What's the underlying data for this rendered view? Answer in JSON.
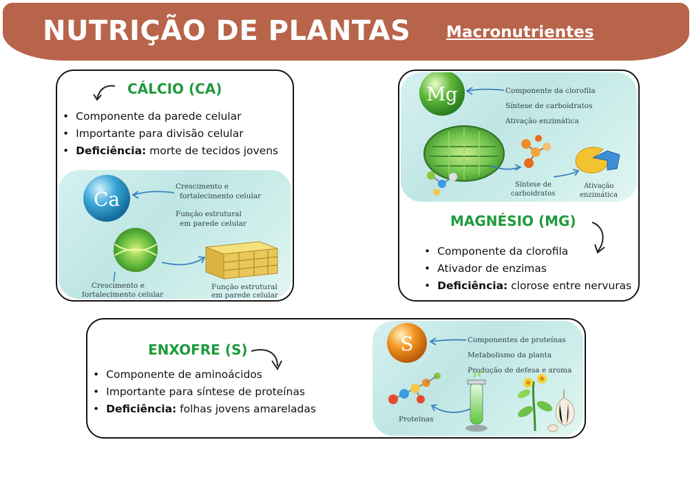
{
  "header": {
    "title": "NUTRIÇÃO DE PLANTAS",
    "subtitle": "Macronutrientes"
  },
  "calcio": {
    "heading": "CÁLCIO (CA)",
    "bullets": [
      {
        "text": "Componente da parede celular"
      },
      {
        "text": "Importante para divisão celular"
      },
      {
        "bold": "Deficiência:",
        "text": " morte de tecidos jovens"
      }
    ],
    "symbol": "Ca",
    "labels": {
      "note1a": "Crescimento e",
      "note1b": "fortalecimento celular",
      "note2a": "Função estrutural",
      "note2b": "em parede celular",
      "cap1a": "Crescimento e",
      "cap1b": "fortalecimento celular",
      "cap2a": "Função estrutural",
      "cap2b": "em parede celular"
    }
  },
  "magnesio": {
    "heading": "MAGNÉSIO (MG)",
    "bullets": [
      {
        "text": "Componente da clorofila"
      },
      {
        "text": "Ativador de enzimas"
      },
      {
        "bold": "Deficiência:",
        "text": " clorose entre nervuras"
      }
    ],
    "symbol": "Mg",
    "labels": {
      "note1": "Componente da clorofila",
      "note2": "Síntese de carboidratos",
      "note3": "Ativação enzimática",
      "cap1a": "Síntese de",
      "cap1b": "carboidratos",
      "cap2a": "Ativação",
      "cap2b": "enzimática"
    }
  },
  "enxofre": {
    "heading": "ENXOFRE (S)",
    "bullets": [
      {
        "text": "Componente de aminoácidos"
      },
      {
        "text": "Importante para síntese de proteínas"
      },
      {
        "bold": "Deficiência:",
        "text": " folhas jovens amareladas"
      }
    ],
    "symbol": "S",
    "labels": {
      "note1": "Componentes de proteínas",
      "note2": "Metabolismo da planta",
      "note3": "Produção de defesa e aroma",
      "cap1": "Proteínas"
    }
  },
  "colors": {
    "banner": "#b8644a",
    "heading_green": "#1e9a3c",
    "calcium_blue": "#3aa6d6",
    "magnesium_green": "#5fb83a",
    "sulfur_orange": "#f2921f"
  },
  "icons": [
    "curved-arrow-icon",
    "calcium-sphere-icon",
    "magnesium-sphere-icon",
    "sulfur-sphere-icon",
    "cell-icon",
    "cell-wall-icon",
    "chloroplast-icon",
    "molecule-icon",
    "enzyme-icon",
    "test-tube-icon",
    "plant-icon",
    "garlic-icon"
  ]
}
